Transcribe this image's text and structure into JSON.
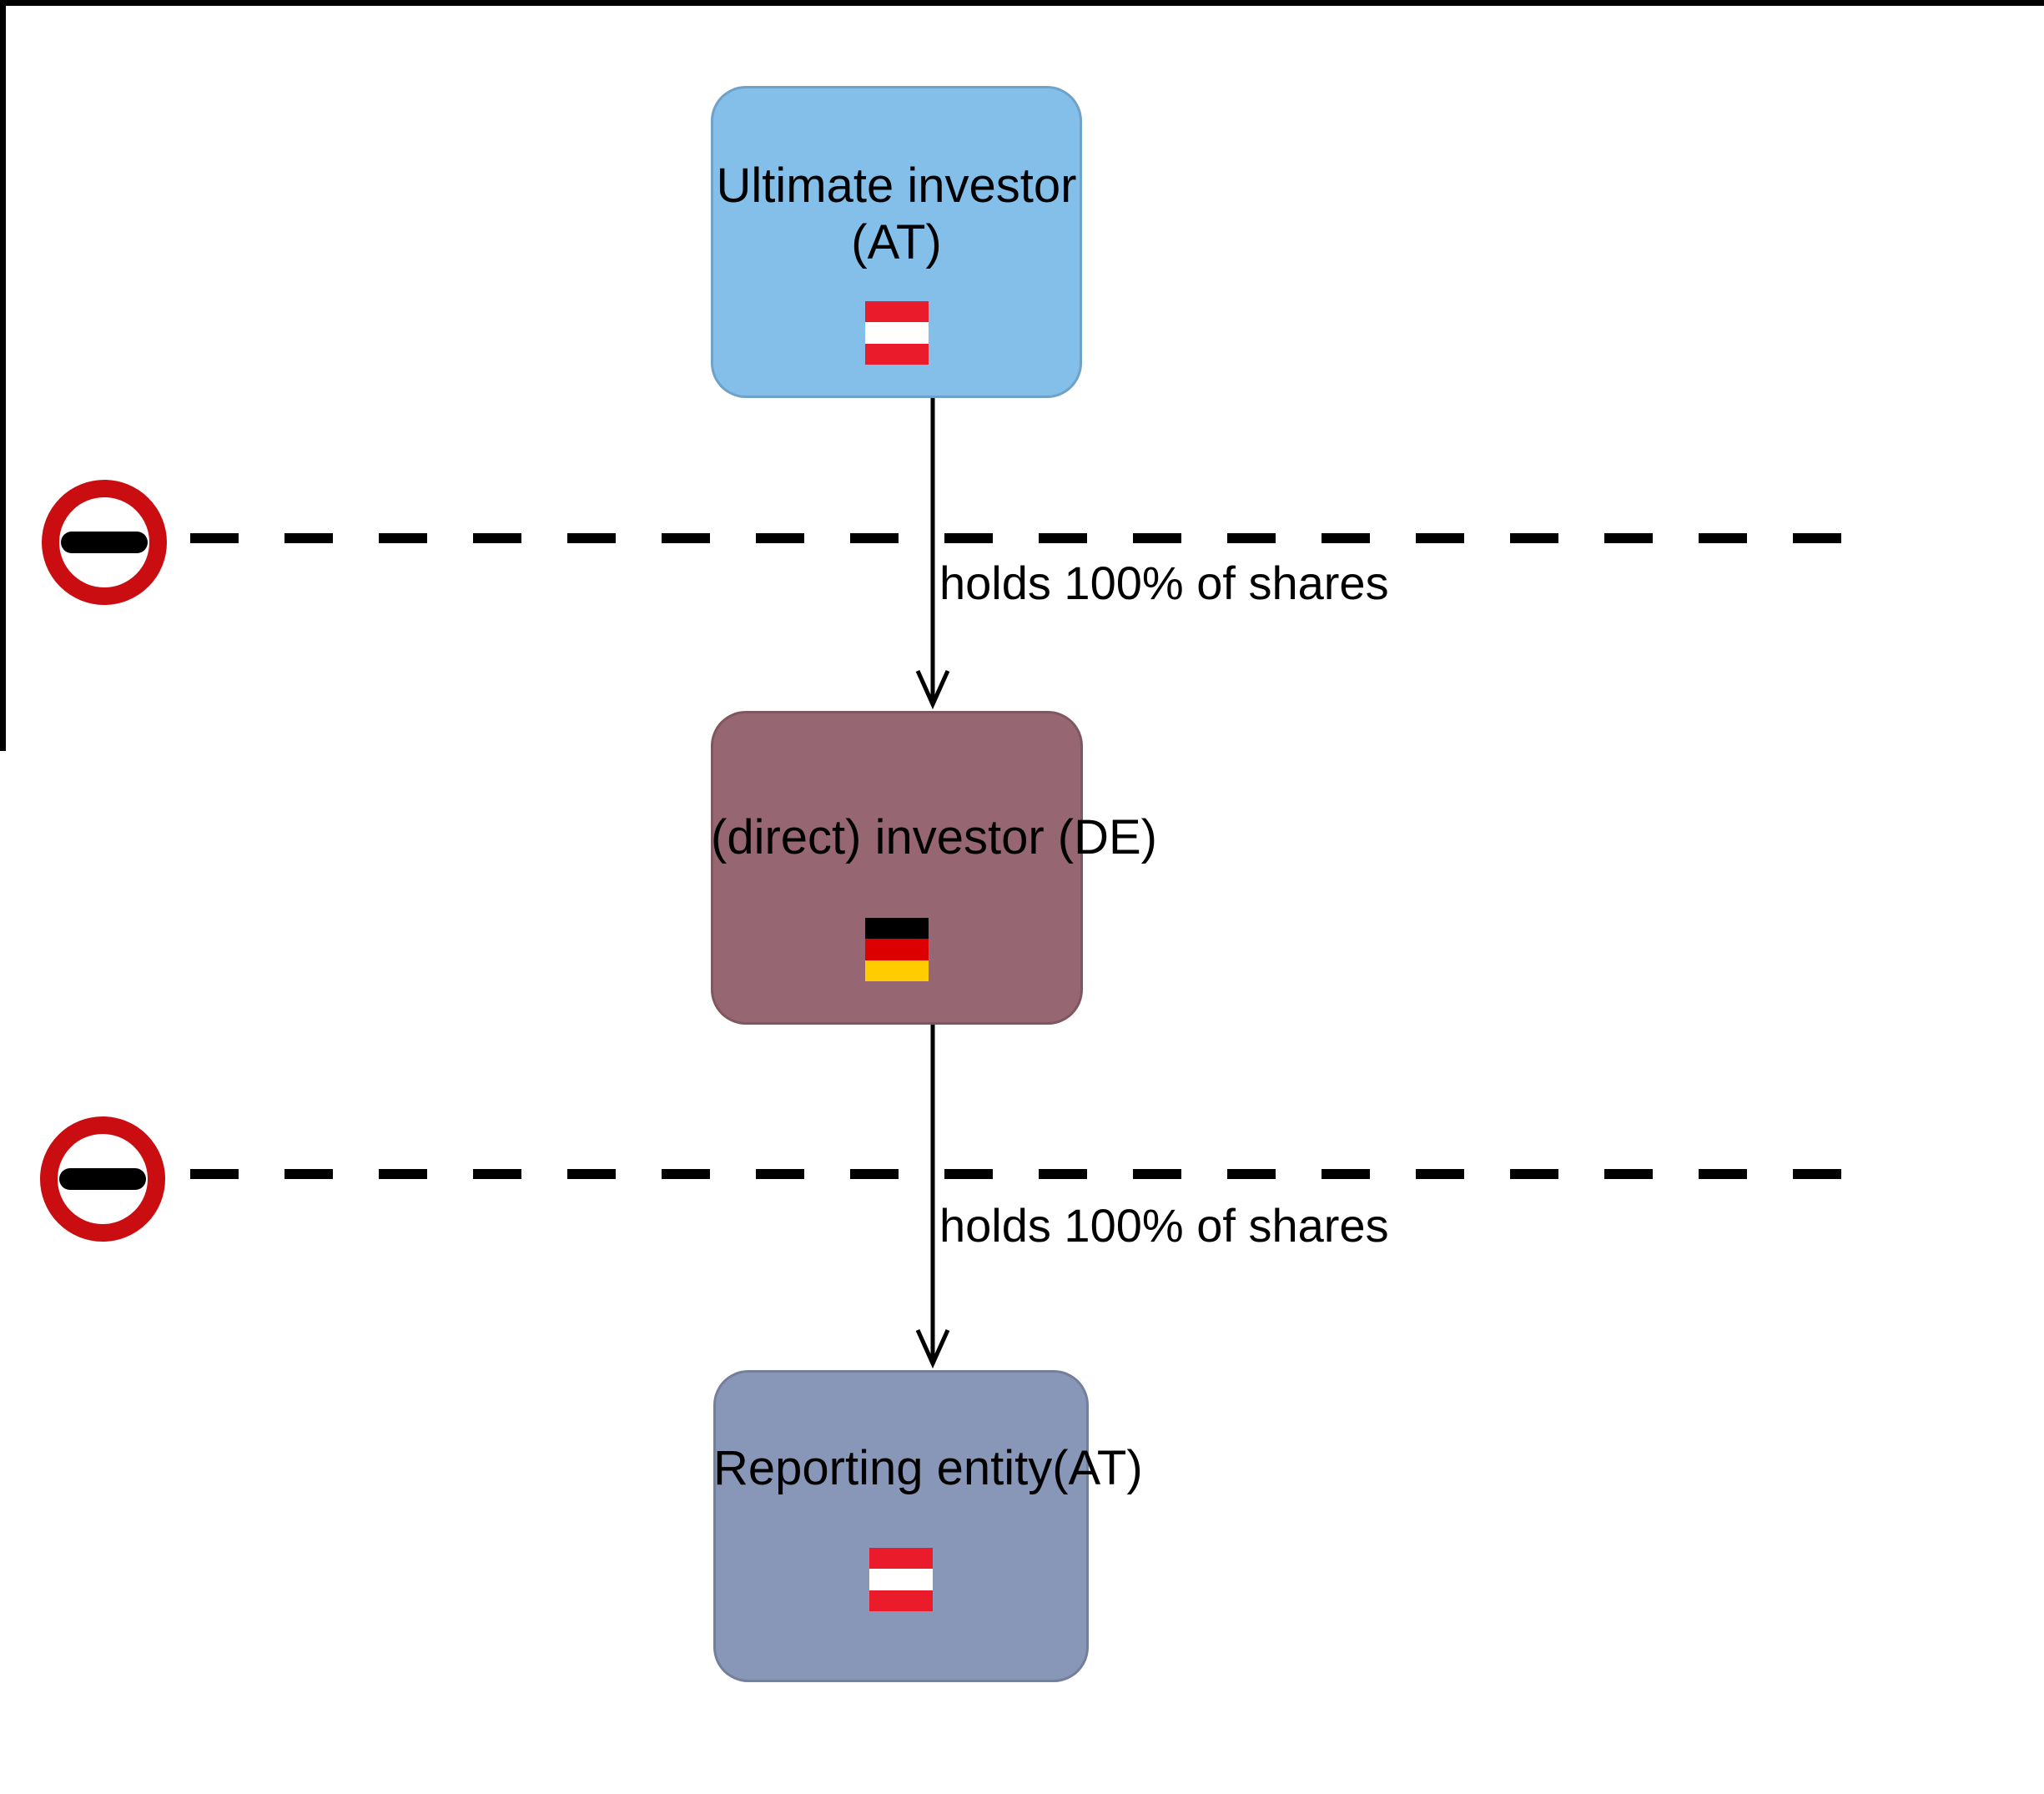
{
  "colors": {
    "node_ultimate": "#84BFEA",
    "node_direct": "#966772",
    "node_reporting": "#8896B7",
    "barrier_ring": "#C90D10",
    "barrier_bar": "#000000",
    "austria_red": "#EA1C2C",
    "austria_white": "#FFFFFF",
    "germany_black": "#000000",
    "germany_red": "#DD0000",
    "germany_gold": "#FFCC00",
    "line": "#000000"
  },
  "nodes": {
    "ultimate": {
      "line1": "Ultimate investor",
      "line2": "(AT)",
      "country": "AT"
    },
    "direct": {
      "label": "(direct) investor (DE)",
      "country": "DE"
    },
    "reporting": {
      "label": "Reporting entity(AT)",
      "country": "AT"
    }
  },
  "edges": {
    "first": {
      "label": "holds 100% of shares"
    },
    "second": {
      "label": "holds 100% of shares"
    }
  }
}
